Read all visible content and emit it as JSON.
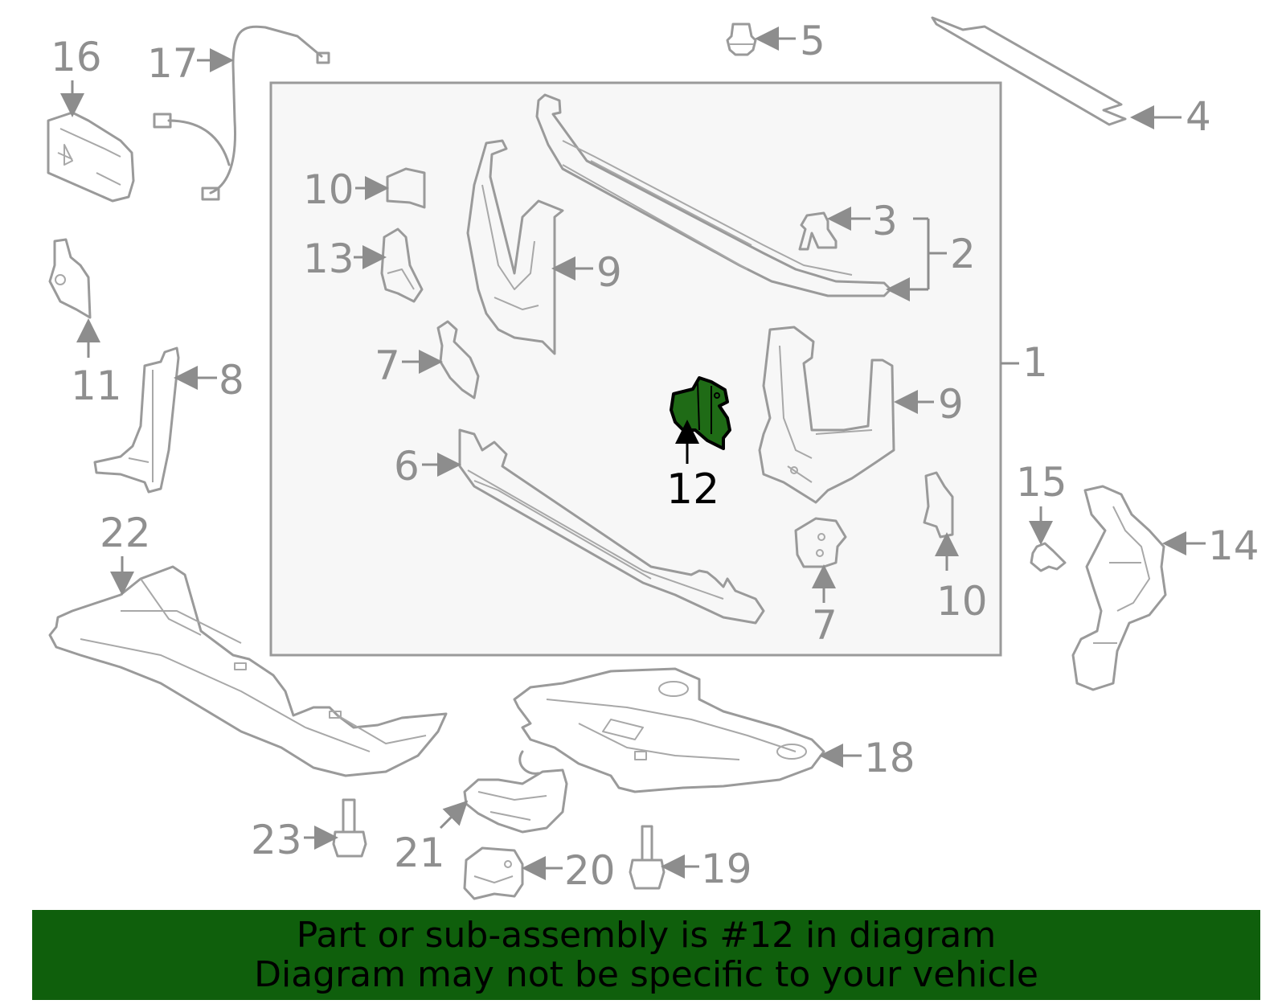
{
  "diagram": {
    "callouts": {
      "c1": "1",
      "c2": "2",
      "c3": "3",
      "c4": "4",
      "c5": "5",
      "c6": "6",
      "c7a": "7",
      "c7b": "7",
      "c8": "8",
      "c9a": "9",
      "c9b": "9",
      "c10a": "10",
      "c10b": "10",
      "c11": "11",
      "c12": "12",
      "c13": "13",
      "c14": "14",
      "c15": "15",
      "c16": "16",
      "c17": "17",
      "c18": "18",
      "c19": "19",
      "c20": "20",
      "c21": "21",
      "c22": "22",
      "c23": "23"
    },
    "highlighted_part": "12",
    "colors": {
      "highlight": "#1f6b16",
      "line": "#9a9a9a",
      "box_fill": "#f7f7f7",
      "banner": "#0f5f0c"
    }
  },
  "banner": {
    "line1": "Part or sub-assembly is #12 in diagram",
    "line2": "Diagram may not be specific to your vehicle"
  }
}
